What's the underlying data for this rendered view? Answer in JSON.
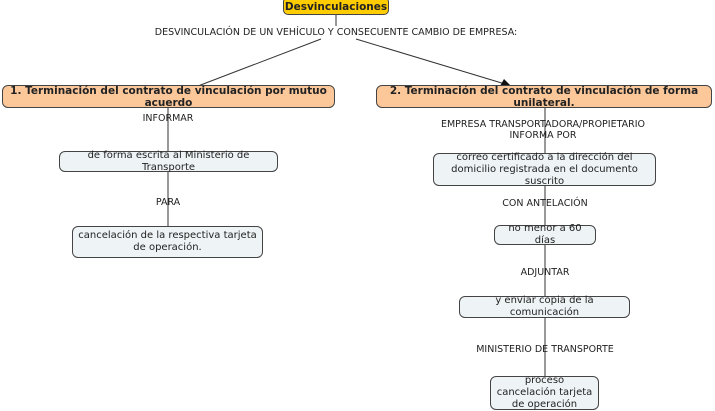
{
  "root": {
    "label": "Desvinculaciones"
  },
  "root_link": "DESVINCULACIÓN DE UN VEHÍCULO Y CONSECUENTE CAMBIO DE EMPRESA:",
  "left": {
    "title": "1. Terminación del contrato de vinculación por mutuo acuerdo",
    "link1": "INFORMAR",
    "node1": "de forma escrita al Ministerio de Transporte",
    "link2": "PARA",
    "node2": "cancelación de la respectiva tarjeta de operación."
  },
  "right": {
    "title": "2. Terminación del contrato de vinculación de forma unilateral.",
    "link1a": "EMPRESA TRANSPORTADORA/PROPIETARIO",
    "link1b": "INFORMA POR",
    "node1": "correo certificado a la dirección del domicilio registrada en el documento suscrito",
    "link2": "CON  ANTELACIÓN",
    "node2": "no menor a 60 días",
    "link3": "ADJUNTAR",
    "node3": "y enviar copia de la comunicación",
    "link4": "MINISTERIO DE TRANSPORTE",
    "node4": "proceso cancelación tarjeta de operación"
  }
}
